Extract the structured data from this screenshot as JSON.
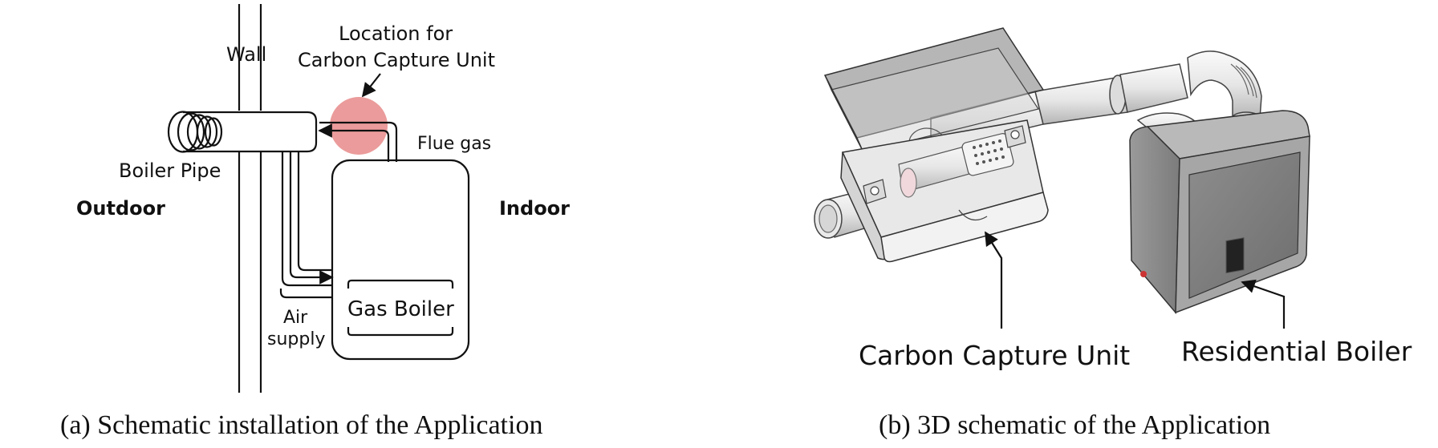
{
  "panel_a": {
    "wall_label": "Wall",
    "location_label_line1": "Location for",
    "location_label_line2": "Carbon Capture Unit",
    "flue_gas_label": "Flue gas",
    "boiler_pipe_label": "Boiler Pipe",
    "outdoor_label": "Outdoor",
    "indoor_label": "Indoor",
    "gas_boiler_label": "Gas Boiler",
    "air_label_line1": "Air",
    "air_label_line2": "supply",
    "caption": "(a) Schematic installation of the Application",
    "highlight_color": "#e88a8a"
  },
  "panel_b": {
    "ccu_label": "Carbon Capture Unit",
    "boiler_label": "Residential Boiler",
    "caption": "(b) 3D schematic of the Application"
  }
}
